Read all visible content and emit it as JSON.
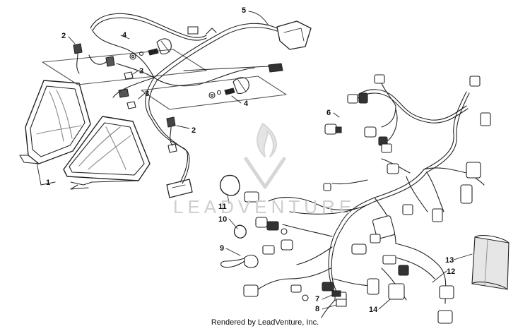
{
  "diagram": {
    "callouts": [
      "1",
      "2",
      "2",
      "3",
      "3",
      "4",
      "4",
      "5",
      "6",
      "7",
      "8",
      "9",
      "10",
      "11",
      "12",
      "13",
      "14"
    ],
    "watermark": "LEADVENTURE",
    "footer": "Rendered by LeadVenture, Inc."
  }
}
